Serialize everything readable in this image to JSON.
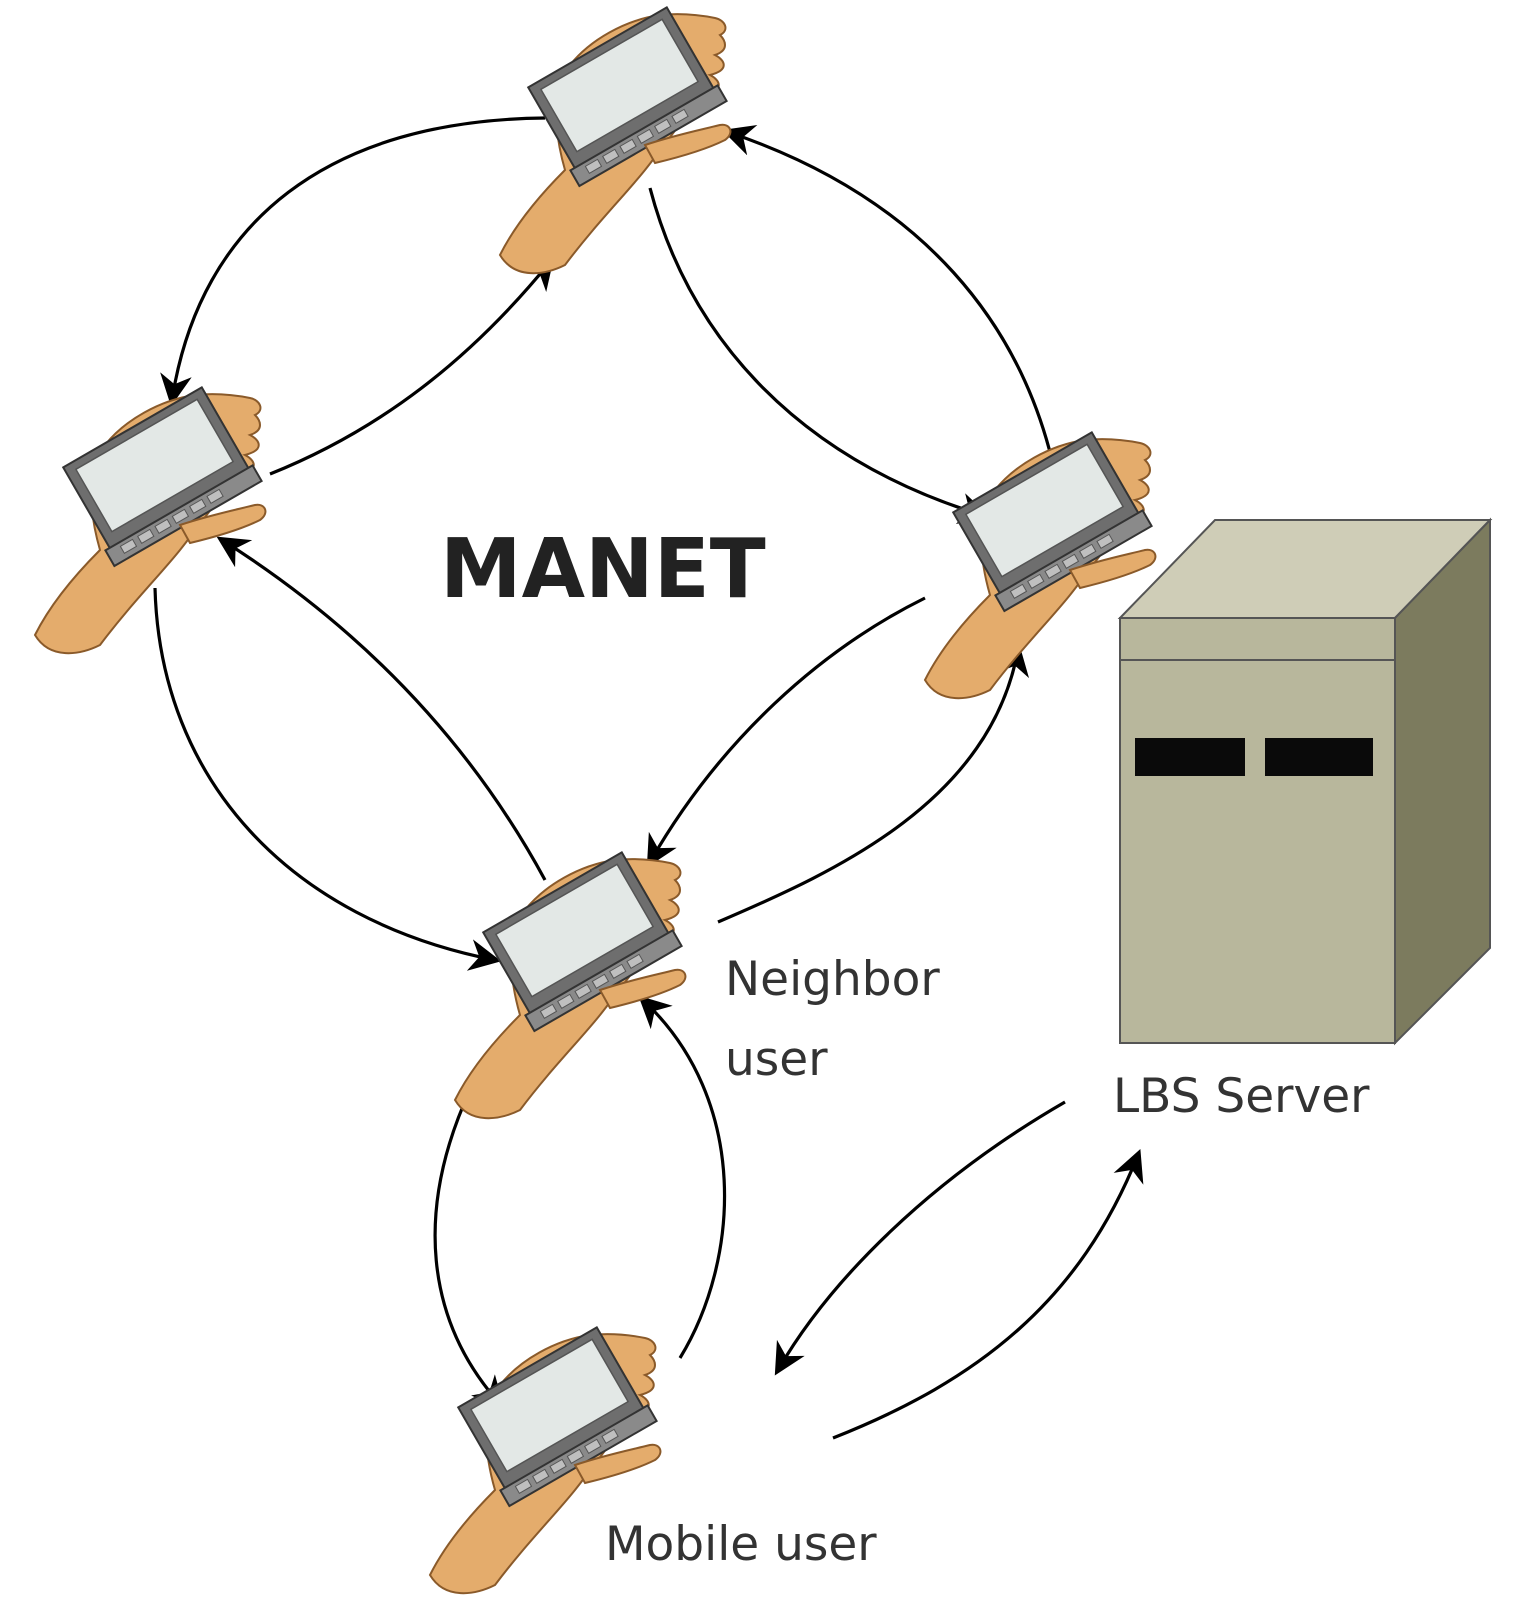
{
  "diagram": {
    "title": "MANET",
    "labels": {
      "neighbor_line1": "Neighbor",
      "neighbor_line2": "user",
      "lbs_server": "LBS Server",
      "mobile_user": "Mobile user"
    },
    "colors": {
      "skin": "#E4AC6C",
      "skin_outline": "#8A5A2A",
      "device_body": "#7A7A7A",
      "device_screen": "#E3E8E6",
      "server_front": "#B8B79C",
      "server_top": "#CFCDB7",
      "server_side": "#7C7B5E",
      "server_slots": "#0A0A0A",
      "arrow": "#000000"
    },
    "nodes": [
      {
        "id": "top",
        "icon": "hand-held-device-icon"
      },
      {
        "id": "left",
        "icon": "hand-held-device-icon"
      },
      {
        "id": "right",
        "icon": "hand-held-device-icon"
      },
      {
        "id": "neighbor",
        "icon": "hand-held-device-icon"
      },
      {
        "id": "mobile",
        "icon": "hand-held-device-icon"
      },
      {
        "id": "lbs",
        "icon": "server-tower-icon"
      }
    ],
    "links": [
      {
        "from": "top",
        "to": "left"
      },
      {
        "from": "left",
        "to": "top"
      },
      {
        "from": "top",
        "to": "right"
      },
      {
        "from": "right",
        "to": "top"
      },
      {
        "from": "left",
        "to": "neighbor"
      },
      {
        "from": "neighbor",
        "to": "left"
      },
      {
        "from": "right",
        "to": "neighbor"
      },
      {
        "from": "neighbor",
        "to": "right"
      },
      {
        "from": "neighbor",
        "to": "mobile"
      },
      {
        "from": "mobile",
        "to": "neighbor"
      },
      {
        "from": "lbs",
        "to": "mobile"
      },
      {
        "from": "mobile",
        "to": "lbs"
      }
    ]
  }
}
